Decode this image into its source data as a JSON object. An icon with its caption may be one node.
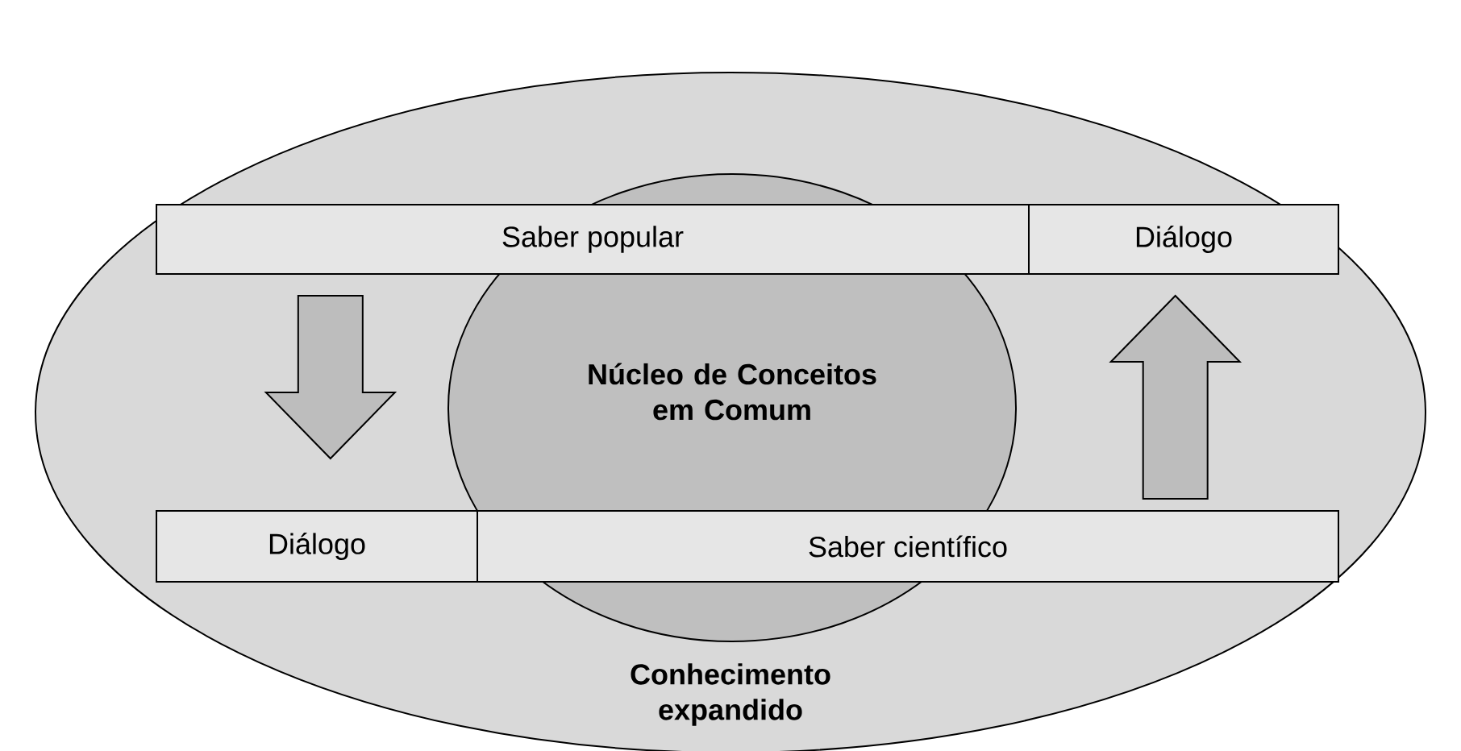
{
  "diagram": {
    "nodes": [
      {
        "text": [
          "Conhecimento expandido"
        ]
      },
      {
        "text": [
          "Núcleo de Conceitos em Comum"
        ],
        "in": 0
      },
      {
        "text": [
          "Saber popular"
        ],
        "in": 0
      },
      {
        "text": [
          "Diálogo"
        ],
        "in": 0
      },
      {
        "text": [
          "Diálogo"
        ],
        "in": 0
      },
      {
        "text": [
          "Saber científico"
        ],
        "in": 0
      }
    ],
    "edges": [
      {
        "from": 2,
        "to": 4,
        "arrow": "to"
      },
      {
        "from": 5,
        "to": 3,
        "arrow": "to"
      }
    ]
  }
}
